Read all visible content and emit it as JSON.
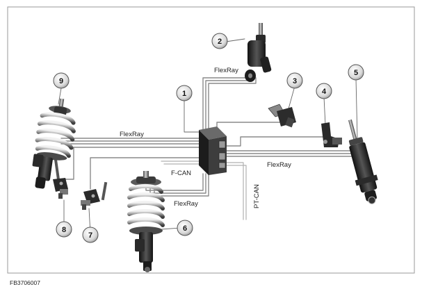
{
  "diagram": {
    "reference_code": "FB3706007",
    "bus_labels": {
      "flexray_top": "FlexRay",
      "flexray_left": "FlexRay",
      "flexray_right": "FlexRay",
      "flexray_bottom": "FlexRay",
      "fcan": "F-CAN",
      "ptcan": "PT-CAN"
    },
    "callouts": {
      "c1": "1",
      "c2": "2",
      "c3": "3",
      "c4": "4",
      "c5": "5",
      "c6": "6",
      "c7": "7",
      "c8": "8",
      "c9": "9"
    }
  }
}
